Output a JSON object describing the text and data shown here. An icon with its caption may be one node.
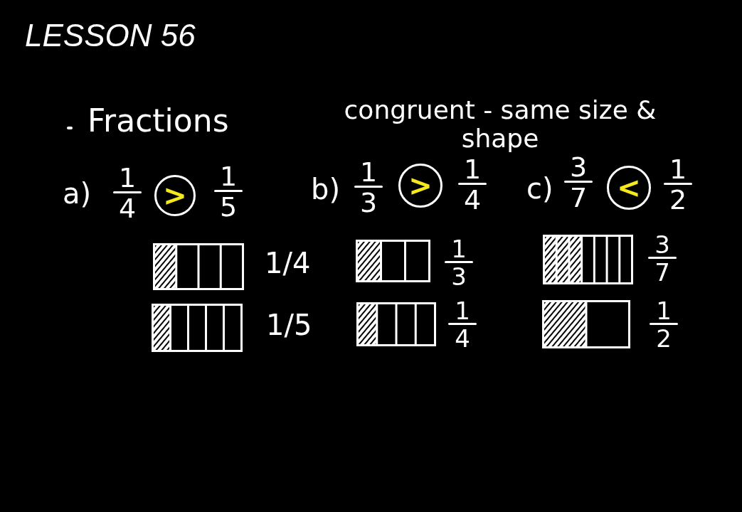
{
  "diagram": {
    "title": "LESSON 56",
    "nodes": [
      {
        "text": [
          ">"
        ]
      },
      {
        "text": [
          ">"
        ]
      },
      {
        "text": [
          "<"
        ]
      }
    ],
    "labels": [
      "Fractions",
      "congruent - same size & shape",
      "a)",
      "1",
      "4",
      "1",
      "5",
      "b)",
      "1",
      "3",
      "1",
      "4",
      "c)",
      "3",
      "7",
      "1",
      "2",
      "1/4",
      "1",
      "3",
      "3",
      "7",
      "1/5",
      "1",
      "4",
      "1",
      "2"
    ]
  }
}
